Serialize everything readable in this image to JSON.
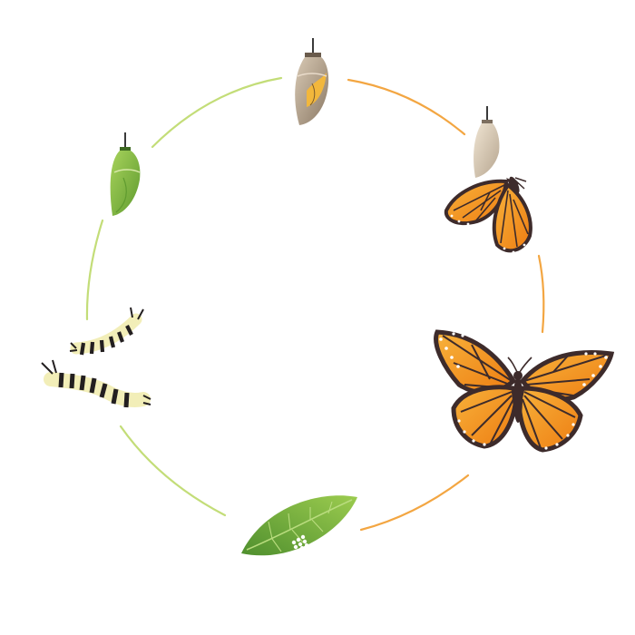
{
  "diagram": {
    "type": "life-cycle",
    "stages": [
      {
        "id": "eggs",
        "icon": "eggs-on-leaf-icon"
      },
      {
        "id": "caterpillar",
        "icon": "caterpillar-icon"
      },
      {
        "id": "chrysalis",
        "icon": "green-chrysalis-icon"
      },
      {
        "id": "mature-chrysalis",
        "icon": "dark-chrysalis-icon"
      },
      {
        "id": "emerging",
        "icon": "emerging-butterfly-icon"
      },
      {
        "id": "adult",
        "icon": "monarch-butterfly-icon"
      }
    ],
    "colors": {
      "cycle_green": "#c3dd78",
      "cycle_orange": "#f3a642",
      "leaf": "#7bb341",
      "chrysalis_green": "#8cc24a",
      "wing_orange": "#f39a1e",
      "wing_border": "#3d2b2b",
      "caterpillar_yellow": "#f2eeb8",
      "caterpillar_black": "#231f20"
    }
  }
}
